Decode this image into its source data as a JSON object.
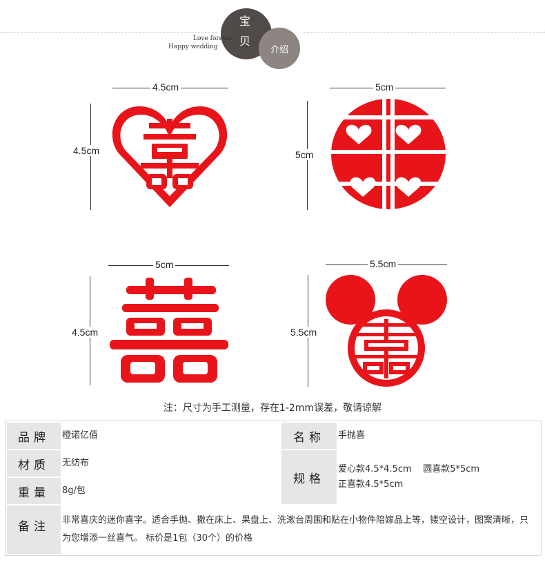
{
  "header": {
    "title_line1": "宝",
    "title_line2": "贝",
    "title_circle2": "介绍",
    "tagline1": "Love forever",
    "tagline2": "Happy wedding"
  },
  "products": [
    {
      "name": "heart-double-happiness",
      "width_label": "4.5cm",
      "height_label": "4.5cm"
    },
    {
      "name": "round-double-happiness",
      "width_label": "5cm",
      "height_label": "5cm"
    },
    {
      "name": "plain-double-happiness",
      "width_label": "5cm",
      "height_label": "4.5cm"
    },
    {
      "name": "mickey-double-happiness",
      "width_label": "5.5cm",
      "height_label": "5.5cm"
    }
  ],
  "note": "注：尺寸为手工测量，存在1-2mm误差，敬请谅解",
  "specs": {
    "brand_label": "品牌",
    "brand_value": "橙诺亿佰",
    "name_label": "名称",
    "name_value": "手抛喜",
    "material_label": "材质",
    "material_value": "无纺布",
    "spec_label": "规格",
    "spec_value_line1": "爱心款4.5*4.5cm    圆喜款5*5cm",
    "spec_value_line2": "正喜款4.5*5cm",
    "weight_label": "重量",
    "weight_value": "8g/包",
    "remark_label": "备注",
    "remark_value": "非常喜庆的迷你喜字。适合手抛、撒在床上、果盘上、洗漱台周围和贴在小物件陪嫁品上等，镂空设计，图案清晰，只为您增添一丝喜气。 标价是1包（30个）的价格"
  },
  "colors": {
    "sticker_red": "#e8141a",
    "label_bg": "#e6e6e6"
  }
}
